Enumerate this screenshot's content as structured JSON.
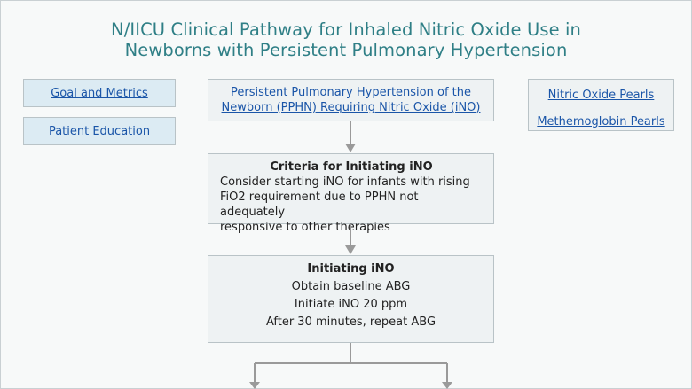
{
  "title": {
    "line1": "N/IICU Clinical Pathway for Inhaled Nitric Oxide Use in",
    "line2": "Newborns with Persistent Pulmonary Hypertension"
  },
  "left_links": {
    "goal_metrics": "Goal and Metrics",
    "patient_education": "Patient Education"
  },
  "right_links": {
    "nitric_oxide_pearls": "Nitric Oxide Pearls",
    "methemoglobin_pearls": "Methemoglobin Pearls"
  },
  "start_box": {
    "line1": "Persistent Pulmonary Hypertension of the",
    "line2": "Newborn (PPHN) Requiring Nitric Oxide (iNO)"
  },
  "criteria_box": {
    "heading": "Criteria for Initiating iNO",
    "line1": "Consider starting iNO for infants with rising",
    "line2": "FiO2 requirement due to PPHN not adequately",
    "line3": "responsive to other therapies"
  },
  "initiating_box": {
    "heading": "Initiating iNO",
    "step1": "Obtain baseline ABG",
    "step2": "Initiate iNO 20 ppm",
    "step3": "After 30 minutes, repeat ABG"
  },
  "colors": {
    "title": "#2f7f86",
    "link": "#1a55a8",
    "link_box_fill": "#dcebf3",
    "step_box_fill": "#eef2f3",
    "connector": "#9a9a9a"
  }
}
